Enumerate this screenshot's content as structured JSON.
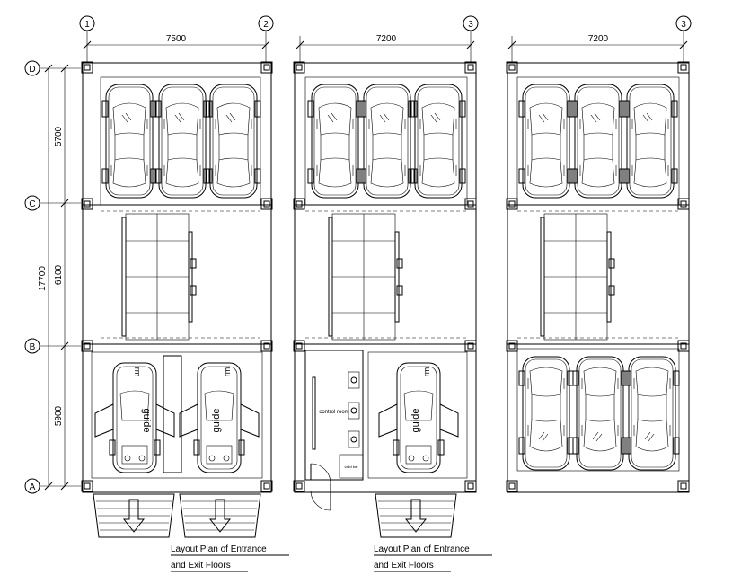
{
  "grid_labels": {
    "col_1": "1",
    "col_2": "2",
    "col_3": "3",
    "col_3b": "3",
    "row_a": "A",
    "row_b": "B",
    "row_c": "C",
    "row_d": "D"
  },
  "dimensions": {
    "width_1_2": "7500",
    "width_mid": "7200",
    "width_right": "7200",
    "total_height": "17700",
    "span_dc": "5700",
    "span_cb": "6100",
    "span_ba": "5900"
  },
  "rooms": {
    "control_room": "control room",
    "small_room": "valid bar"
  },
  "turntable_text": {
    "guide": "guide",
    "rm": "rm"
  },
  "captions": {
    "left_line1": "Layout Plan of Entrance",
    "left_line2": "and Exit Floors",
    "right_line1": "Layout Plan of Entrance",
    "right_line2": "and Exit Floors"
  }
}
